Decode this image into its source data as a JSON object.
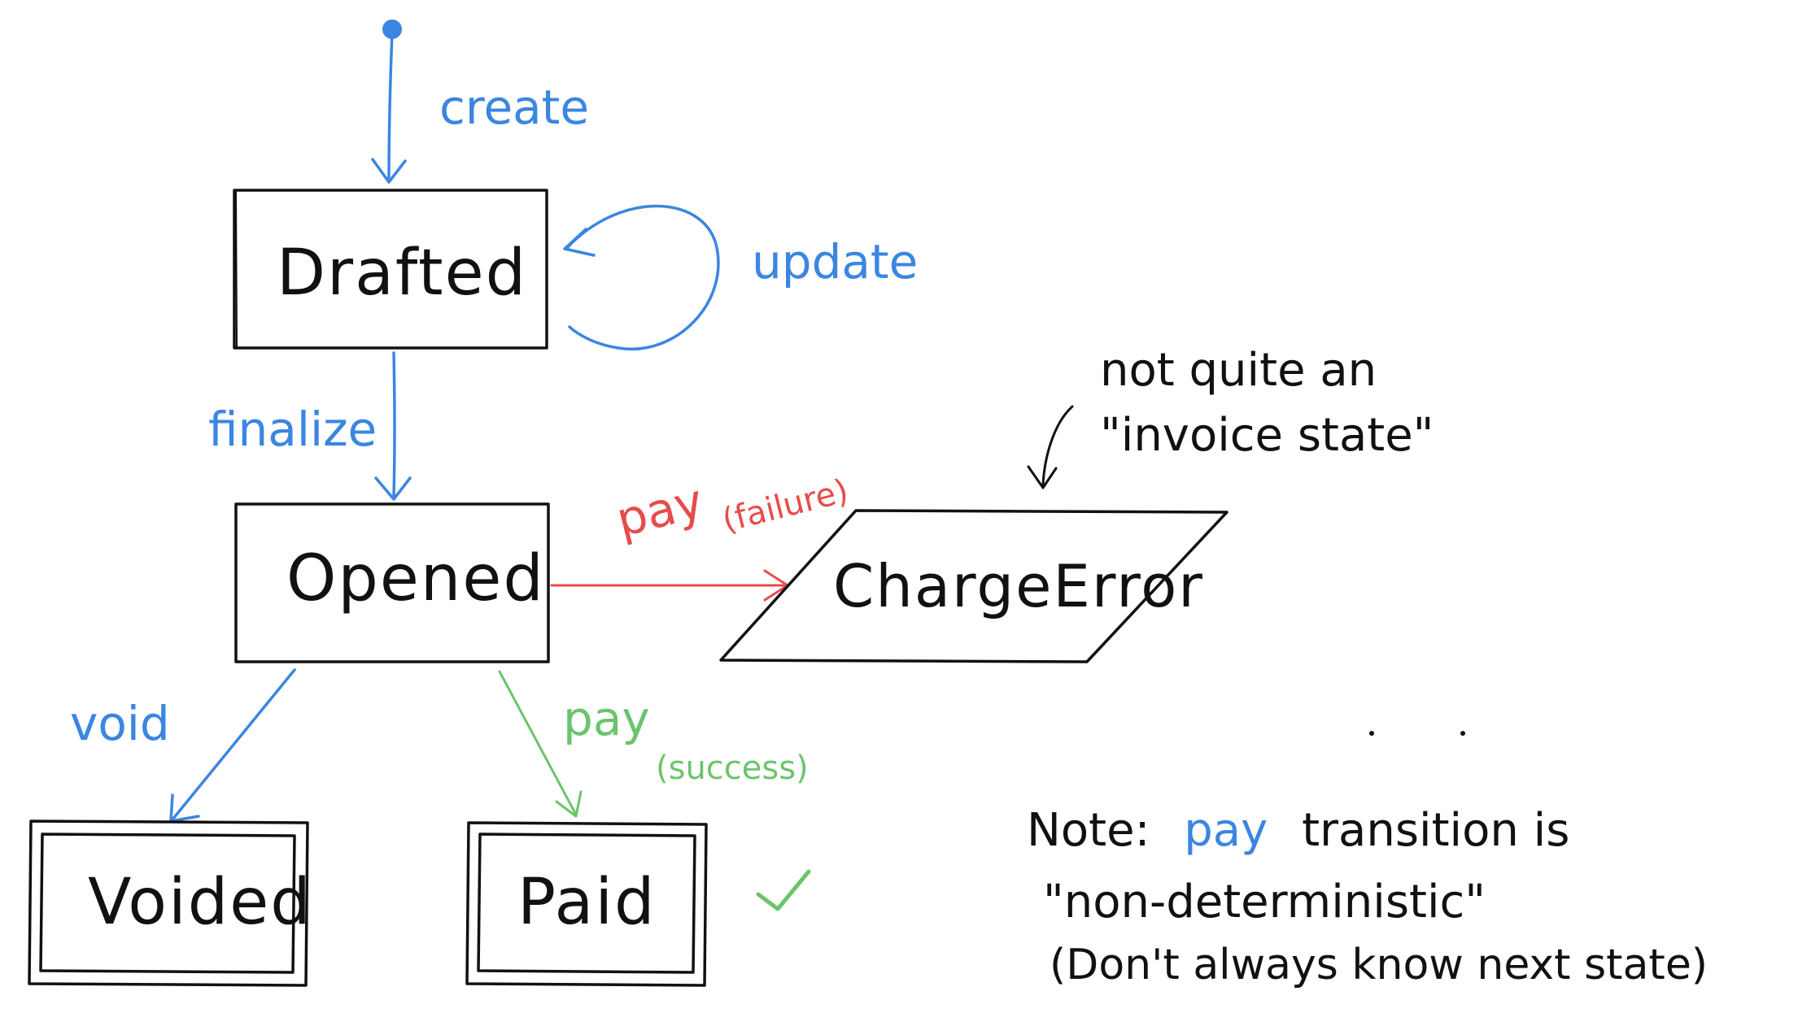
{
  "colors": {
    "ink": "#111111",
    "blue": "#3b86e0",
    "red": "#e84b4b",
    "green": "#6cc46c"
  },
  "states": {
    "drafted": "Drafted",
    "opened": "Opened",
    "charge_error": "ChargeError",
    "voided": "Voided",
    "paid": "Paid"
  },
  "transitions": {
    "create": "create",
    "update": "update",
    "finalize": "finalize",
    "pay_failure": "pay",
    "failure_qualifier": "(failure)",
    "void": "void",
    "pay_success": "pay",
    "success_qualifier": "(success)"
  },
  "annotations": {
    "charge_error_note_line1": "not quite an",
    "charge_error_note_line2": "\"invoice state\"",
    "checkmark_icon": "check-icon"
  },
  "note": {
    "prefix": "Note:",
    "highlight": "pay",
    "line1_rest": "transition is",
    "line2": "\"non-deterministic\"",
    "line3": "(Don't always know next state)"
  }
}
